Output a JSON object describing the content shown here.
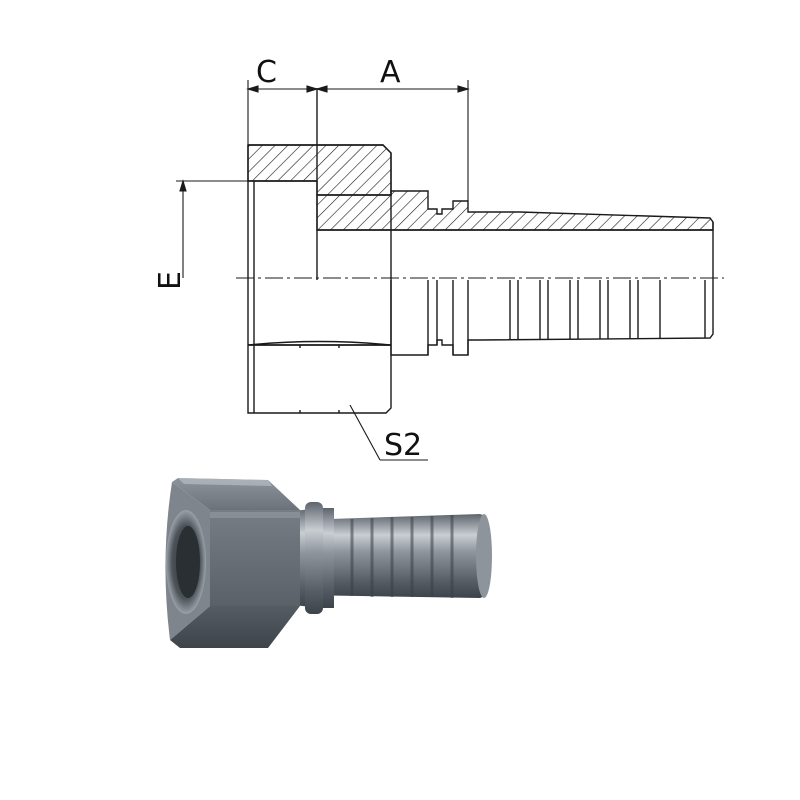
{
  "drawing": {
    "labels": {
      "c": "C",
      "a": "A",
      "e": "E",
      "s2": "S2"
    }
  },
  "colors": {
    "line": "#1a1a1a",
    "hatch": "#1a1a1a",
    "metal_dark": "#4a5057",
    "metal_mid": "#7b838c",
    "metal_light": "#b7bdc4",
    "metal_highlight": "#d9dde1",
    "background": "#ffffff"
  }
}
